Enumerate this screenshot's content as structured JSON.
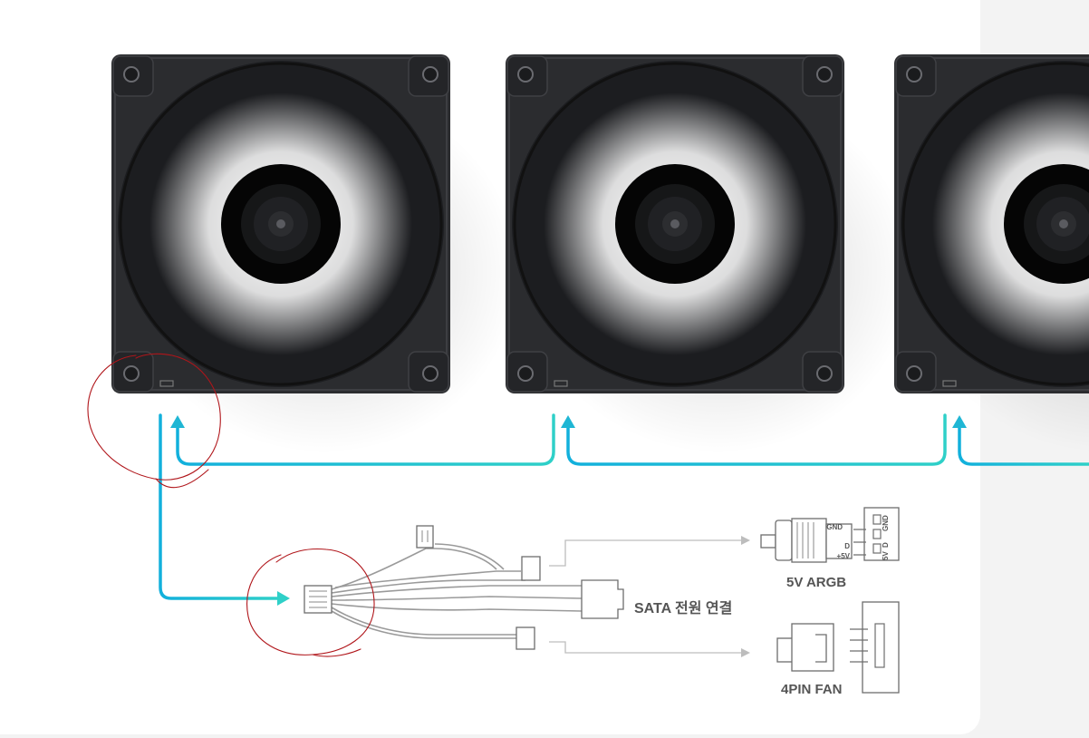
{
  "diagram": {
    "sata_label": "SATA 전원 연결",
    "argb_label": "5V ARGB",
    "fan_label": "4PIN FAN",
    "argb_pins": {
      "gnd": "GND",
      "d": "D",
      "v5": "+5V"
    },
    "argb_header_pins": {
      "gnd": "GND",
      "d": "D",
      "v5": "5V"
    },
    "fan_count_visible": 3,
    "colors": {
      "fan_frame": "#2b2c2f",
      "arrow_cyan": "#1fb6d4",
      "cable_gray": "#9a9a9a",
      "annotation_red": "#b0151a"
    }
  }
}
